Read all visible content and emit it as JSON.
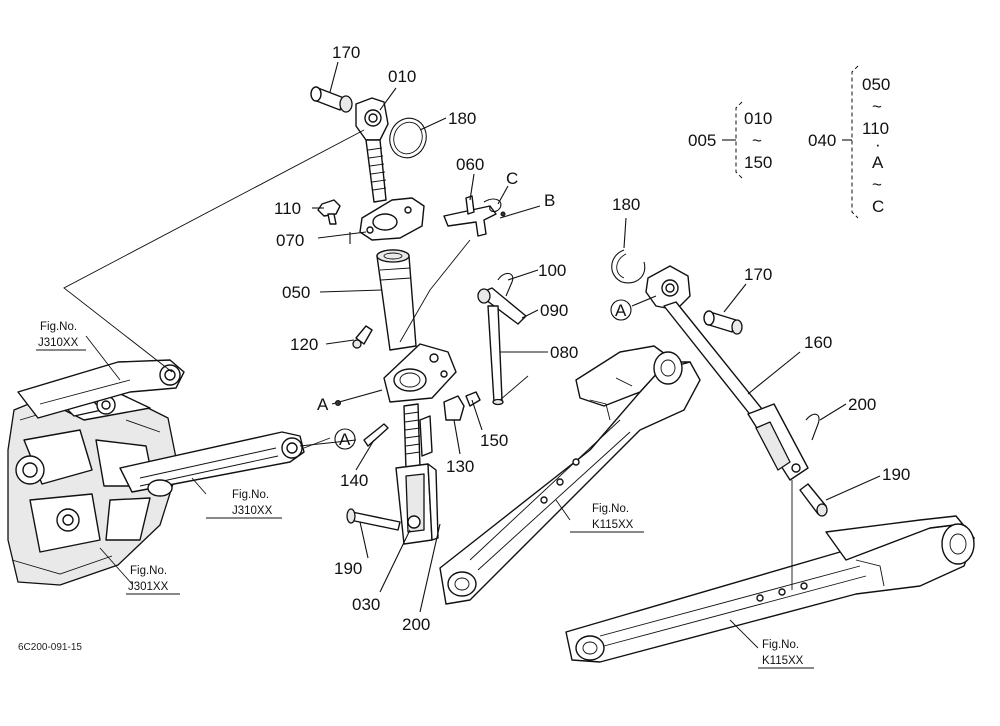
{
  "parts": {
    "p170_left": "170",
    "p010": "010",
    "p180_left": "180",
    "p060": "060",
    "p110": "110",
    "p070": "070",
    "p050": "050",
    "p120": "120",
    "p100": "100",
    "p090": "090",
    "p080": "080",
    "p150": "150",
    "p140": "140",
    "p130": "130",
    "p190_left": "190",
    "p030": "030",
    "p200_left": "200",
    "p180_right": "180",
    "p170_right": "170",
    "p160": "160",
    "p200_right": "200",
    "p190_right": "190"
  },
  "callouts": {
    "a_left": "A",
    "b": "B",
    "c": "C",
    "a_center": "A",
    "a_right": "A"
  },
  "figures": {
    "fig_label": "Fig.No.",
    "j310_top": "J310XX",
    "j310_mid": "J310XX",
    "j301": "J301XX",
    "k115_center": "K115XX",
    "k115_bottom": "K115XX"
  },
  "legend": {
    "g1_assembly": "005",
    "g1_from": "010",
    "g1_tilde": "~",
    "g1_to": "150",
    "g2_assembly": "040",
    "g2_from": "050",
    "g2_tilde1": "~",
    "g2_to": "110",
    "g2_dot": "·",
    "g2_letter_from": "A",
    "g2_tilde2": "~",
    "g2_letter_to": "C"
  },
  "diagram_code": "6C200-091-15"
}
